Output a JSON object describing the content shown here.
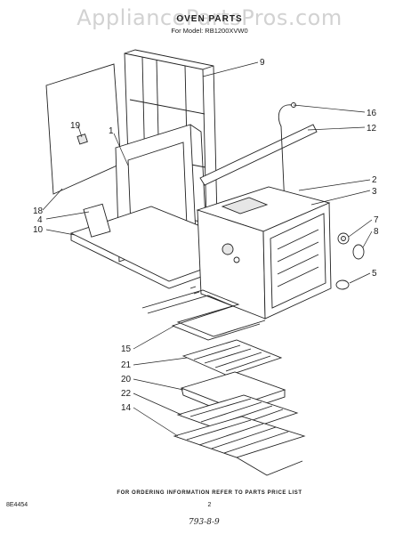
{
  "watermark": "AppliancePartsPros.com",
  "heading": "OVEN PARTS",
  "model_line": "For Model: RB1200XVW0",
  "callouts": [
    "9",
    "16",
    "12",
    "19",
    "1",
    "2",
    "3",
    "18",
    "4",
    "10",
    "7",
    "8",
    "5",
    "15",
    "21",
    "20",
    "22",
    "14"
  ],
  "footer_note": "FOR ORDERING INFORMATION REFER TO PARTS PRICE LIST",
  "diagram_code": "8E4454",
  "page_number": "2",
  "handwritten_note": "793-8-9"
}
